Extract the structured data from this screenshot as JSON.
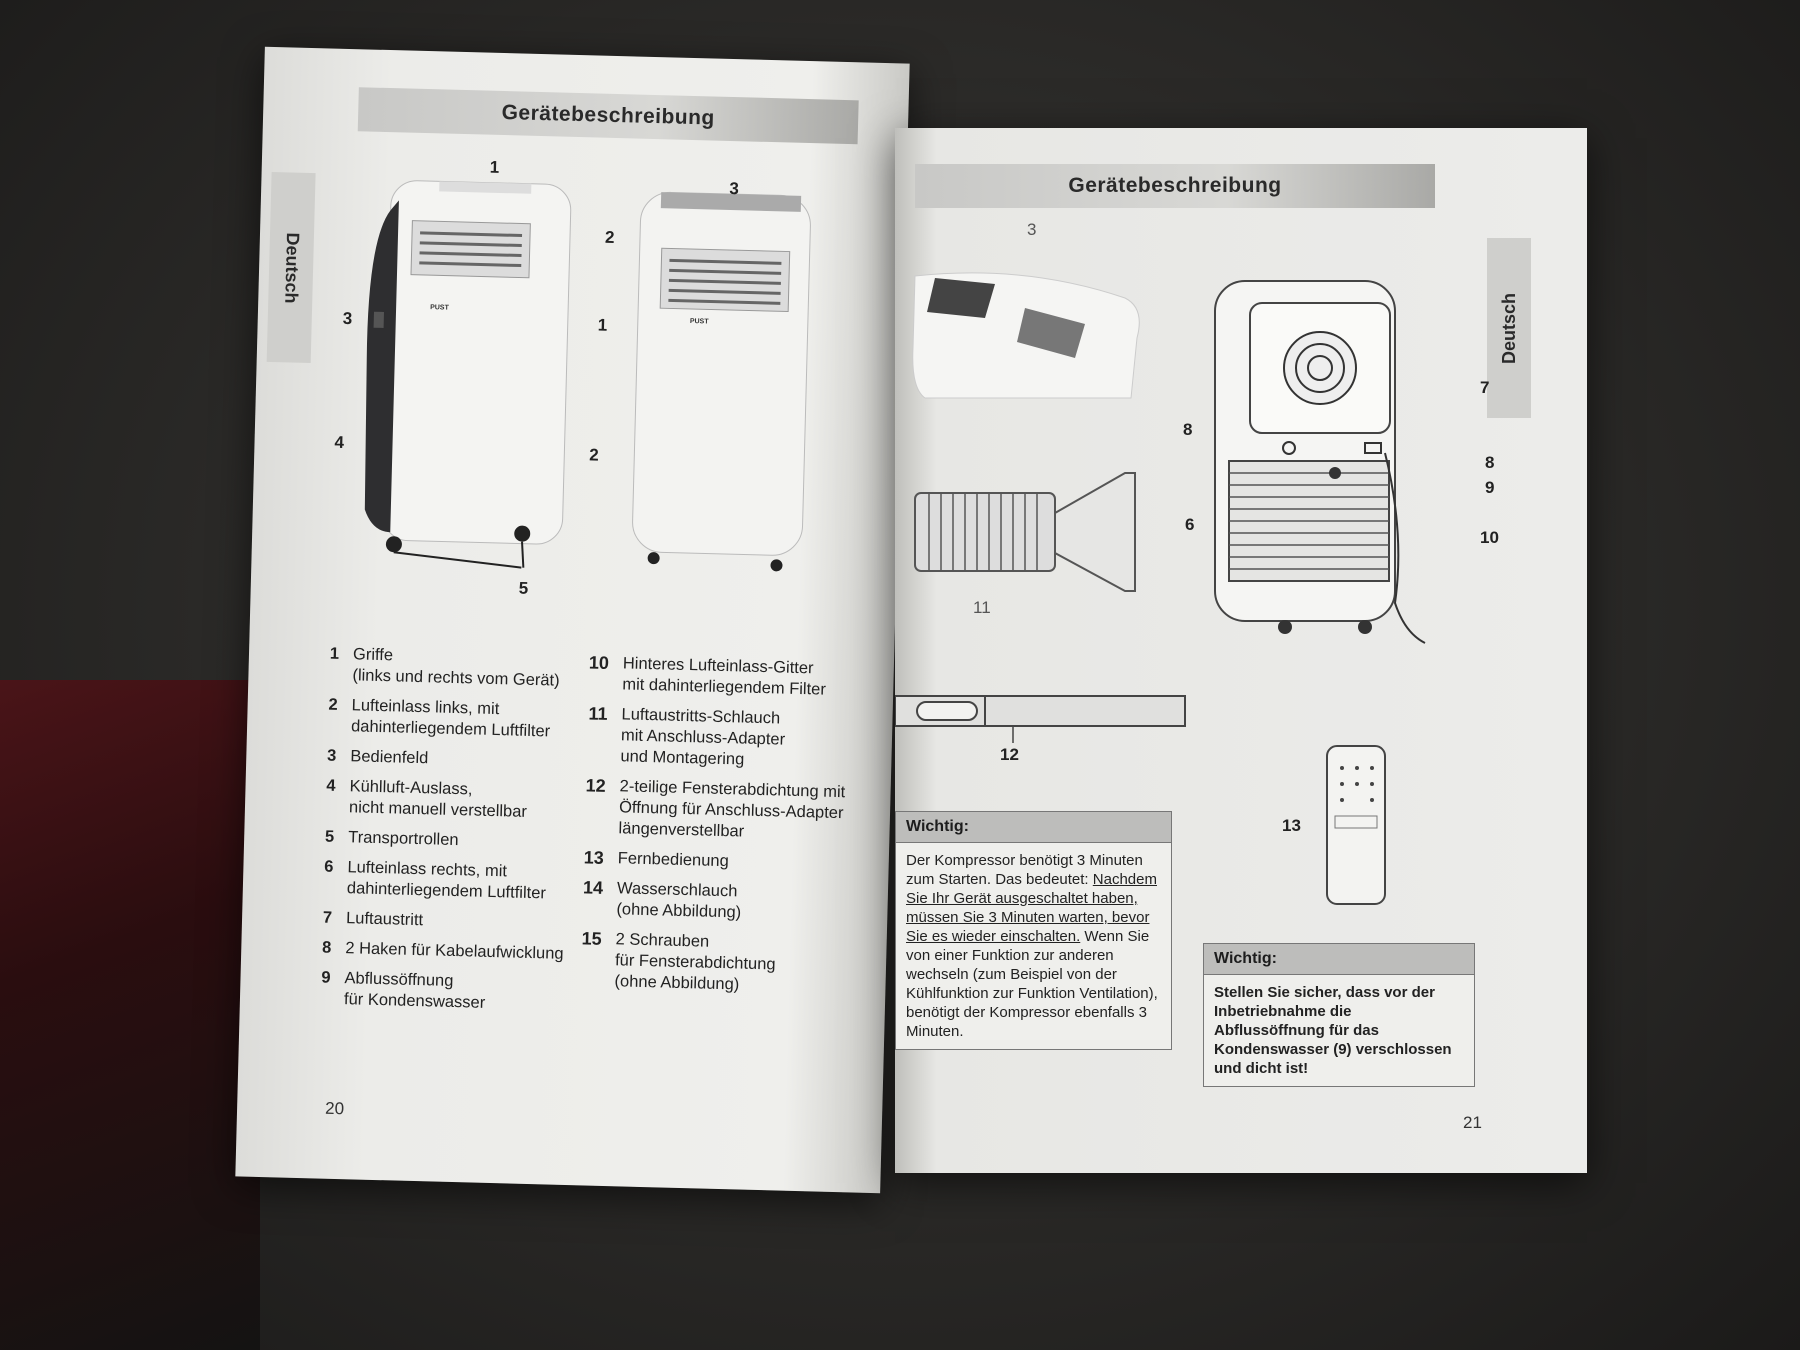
{
  "left_page": {
    "header": "Gerätebeschreibung",
    "side_tab": "Deutsch",
    "callouts": [
      "1",
      "2",
      "3",
      "4",
      "5",
      "1",
      "2",
      "3"
    ],
    "brand": "PUST",
    "legend": [
      {
        "num": "1",
        "text": "Griffe\n(links und rechts vom Gerät)"
      },
      {
        "num": "2",
        "text": "Lufteinlass links, mit\ndahinterliegendem Luftfilter"
      },
      {
        "num": "3",
        "text": "Bedienfeld"
      },
      {
        "num": "4",
        "text": "Kühlluft-Auslass,\nnicht manuell verstellbar"
      },
      {
        "num": "5",
        "text": "Transportrollen"
      },
      {
        "num": "6",
        "text": "Lufteinlass rechts, mit\ndahinterliegendem Luftfilter"
      },
      {
        "num": "7",
        "text": "Luftaustritt"
      },
      {
        "num": "8",
        "text": "2 Haken für Kabelaufwicklung"
      },
      {
        "num": "9",
        "text": "Abflussöffnung\nfür Kondenswasser"
      }
    ],
    "legend2": [
      {
        "num": "10",
        "text": "Hinteres Lufteinlass-Gitter\nmit dahinterliegendem Filter"
      },
      {
        "num": "11",
        "text": "Luftaustritts-Schlauch\nmit Anschluss-Adapter\nund Montagering"
      },
      {
        "num": "12",
        "text": "2-teilige Fensterabdichtung mit\nÖffnung für Anschluss-Adapter\nlängenverstellbar"
      },
      {
        "num": "13",
        "text": "Fernbedienung"
      },
      {
        "num": "14",
        "text": "Wasserschlauch\n(ohne Abbildung)"
      },
      {
        "num": "15",
        "text": "2 Schrauben\nfür Fensterabdichtung\n(ohne Abbildung)"
      }
    ],
    "page_number": "20"
  },
  "right_page": {
    "header": "Gerätebeschreibung",
    "side_tab": "Deutsch",
    "callouts": {
      "c3": "3",
      "c7": "7",
      "c8a": "8",
      "c8b": "8",
      "c9": "9",
      "c6": "6",
      "c10": "10",
      "c11": "11",
      "c12": "12",
      "c13": "13"
    },
    "wichtig1": {
      "title": "Wichtig:",
      "text_a": "Der Kompressor benötigt 3 Minuten zum Starten. Das bedeutet: ",
      "text_u": "Nachdem Sie Ihr Gerät ausgeschaltet haben, müssen Sie 3 Minuten warten, bevor Sie es wieder einschalten.",
      "text_b": " Wenn Sie von einer Funktion zur anderen wechseln (zum Beispiel von der Kühlfunktion zur Funktion Ventilation), benötigt der Kompressor ebenfalls 3 Minuten."
    },
    "wichtig2": {
      "title": "Wichtig:",
      "text": "Stellen Sie sicher, dass vor der Inbetriebnahme die Abflussöffnung für das Kondenswasser (9) verschlossen und dicht ist!"
    },
    "page_number": "21"
  }
}
